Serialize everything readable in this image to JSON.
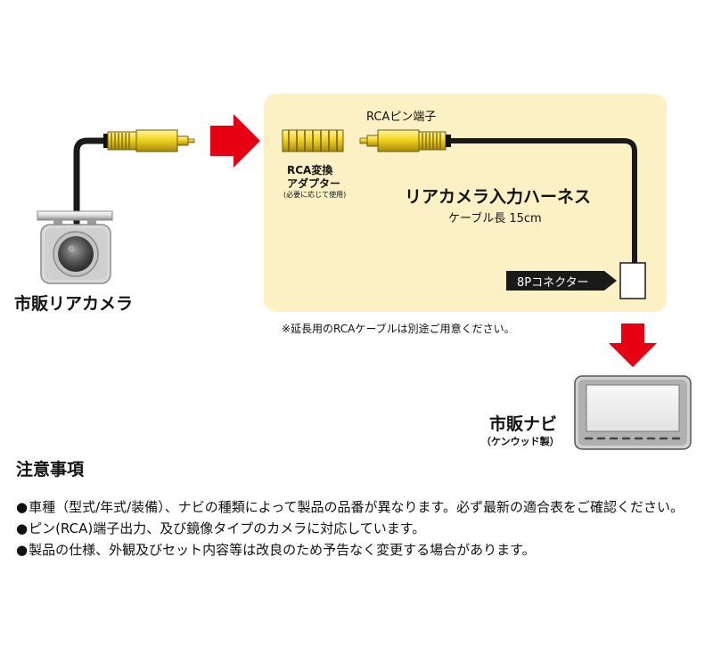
{
  "labels": {
    "rca_pin_terminal": "RCAピン端子",
    "rca_adapter_line1": "RCA変換",
    "rca_adapter_line2": "アダプター",
    "rca_adapter_note": "(必要に応じて使用)",
    "harness_title": "リアカメラ入力ハーネス",
    "cable_length": "ケーブル長 15cm",
    "connector": "8Pコネクター",
    "camera": "市販リアカメラ",
    "footnote": "※延長用のRCAケーブルは別途ご用意ください。",
    "navi": "市販ナビ",
    "navi_brand": "（ケンウッド製）"
  },
  "notes": {
    "title": "注意事項",
    "items": [
      "車種（型式/年式/装備）、ナビの種類によって製品の品番が異なります。必ず最新の適合表をご確認ください。",
      "ピン(RCA)端子出力、及び鏡像タイプのカメラに対応しています。",
      "製品の仕様、外観及びセット内容等は改良のため予告なく変更する場合があります。"
    ],
    "bullet": "●"
  },
  "colors": {
    "panel": "#fcf1c4",
    "arrow": "#e60012",
    "plug_yellow": "#f2d41f",
    "camera_gray": "#d7d7d7"
  },
  "icons": [
    "rear-camera-icon",
    "rca-plug-icon",
    "rca-adapter-icon",
    "connector-8p-icon",
    "navi-monitor-icon",
    "arrow-right-icon",
    "arrow-down-icon"
  ]
}
